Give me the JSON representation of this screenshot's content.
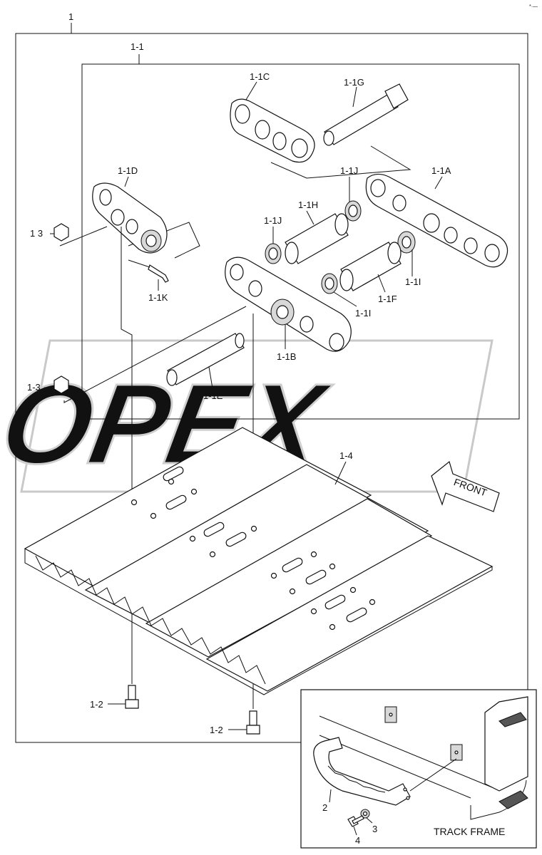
{
  "corner_mark": "*·—",
  "labels": {
    "assembly": "1",
    "link_assembly": "1-1",
    "link_c": "1-1C",
    "pin_g": "1-1G",
    "link_d": "1-1D",
    "seal_j_top": "1-1J",
    "link_a": "1-1A",
    "nut_left_top": "1 3",
    "bush_h": "1-1H",
    "seal_j_mid": "1-1J",
    "seal_i_right": "1-1I",
    "bush_f": "1-1F",
    "seal_i_mid": "1-1I",
    "pin_k": "1-1K",
    "link_b": "1-1B",
    "nut_left_bottom": "1-3",
    "pin_e": "1-1E",
    "shoe": "1-4",
    "front": "FRONT",
    "bolt_left": "1-2",
    "bolt_right": "1-2",
    "guard": "2",
    "washer": "3",
    "bolt_small": "4",
    "track_frame": "TRACK FRAME"
  },
  "watermark": "OPEX"
}
